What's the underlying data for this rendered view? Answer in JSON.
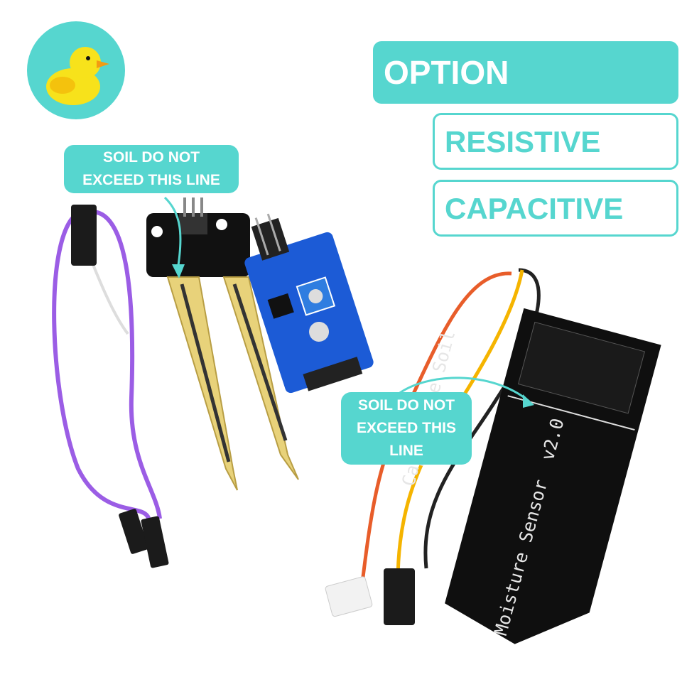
{
  "brand": {
    "logo_icon": "rubber-duck-icon",
    "logo_color": "#56d6cf"
  },
  "option": {
    "title": "OPTION",
    "choices": [
      "RESISTIVE",
      "CAPACITIVE"
    ]
  },
  "callouts": {
    "left": "SOIL DO NOT EXCEED THIS LINE",
    "right": "SOIL DO NOT EXCEED THIS LINE"
  },
  "sensors": {
    "capacitive_line1": "Capacitive Soil",
    "capacitive_line2": "Moisture Sensor",
    "capacitive_version": "v2.0"
  },
  "colors": {
    "accent": "#56d6cf",
    "wire": "#9b5de5",
    "pcb_blue": "#1c5bd6",
    "probe_gold": "#e8d27a"
  }
}
